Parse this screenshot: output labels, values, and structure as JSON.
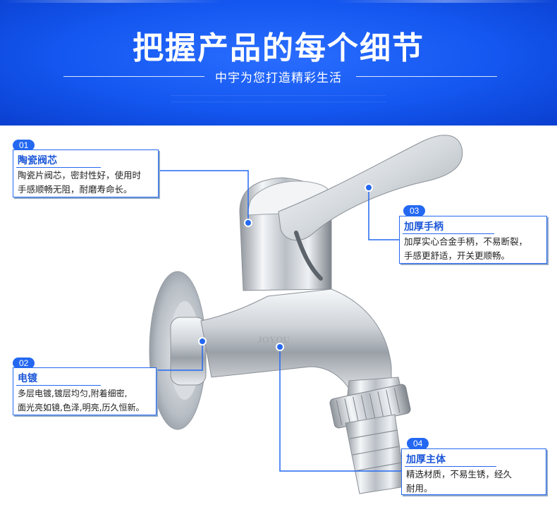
{
  "header": {
    "title": "把握产品的每个细节",
    "subtitle": "中宇为您打造精彩生活"
  },
  "product": {
    "brand_mark": "JOYOU"
  },
  "callouts": [
    {
      "number": "01",
      "label": "陶瓷阀芯",
      "lines": [
        "陶瓷片阀芯，密封性好，使用时",
        "手感顺畅无阻，耐磨寿命长。"
      ]
    },
    {
      "number": "02",
      "label": "电镀",
      "lines": [
        "多层电镀,镀层均匀,附着细密,",
        "面光亮如镜,色泽,明亮,历久恒新。"
      ]
    },
    {
      "number": "03",
      "label": "加厚手柄",
      "lines": [
        "加厚实心合金手柄，不易断裂，",
        "手感更舒适，开关更顺畅。"
      ]
    },
    {
      "number": "04",
      "label": "加厚主体",
      "lines": [
        "精选材质，不易生锈，经久",
        "耐用。"
      ]
    }
  ],
  "colors": {
    "banner_blue": "#1457f0",
    "accent_blue": "#2468f2"
  }
}
